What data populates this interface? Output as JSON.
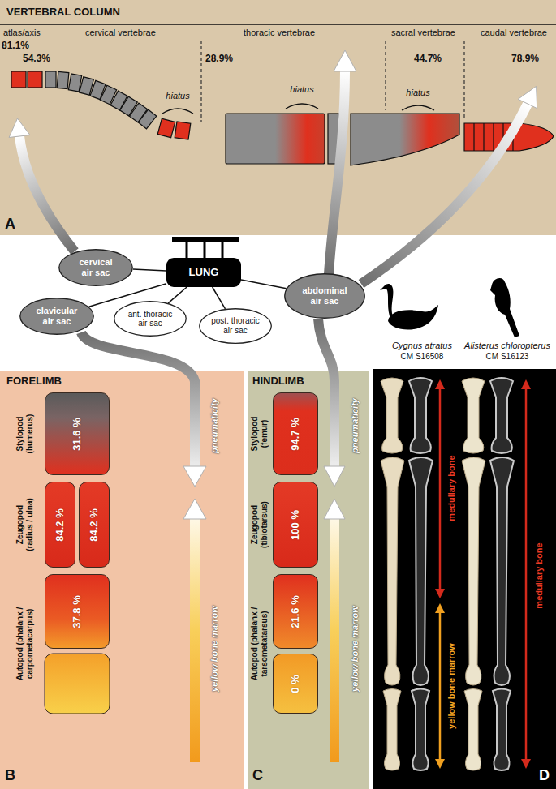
{
  "diagram": {
    "nodes": [
      {
        "text": [
          "cervical air sac"
        ]
      },
      {
        "text": [
          "LUNG"
        ]
      },
      {
        "text": [
          "clavicular air sac"
        ]
      },
      {
        "text": [
          "ant. thoracic air sac"
        ]
      },
      {
        "text": [
          "post. thoracic air sac"
        ]
      },
      {
        "text": [
          "abdominal air sac"
        ]
      },
      {
        "text": [
          "31.6 %"
        ]
      },
      {
        "text": [
          "84.2 %"
        ]
      },
      {
        "text": [
          "84.2 %"
        ]
      },
      {
        "text": [
          "37.8 %"
        ]
      },
      {
        "text": [
          "94.7 %"
        ]
      },
      {
        "text": [
          "100 %"
        ]
      },
      {
        "text": [
          "21.6 %"
        ]
      },
      {
        "text": [
          "0 %"
        ]
      }
    ],
    "edges": [
      {
        "from": 1,
        "to": 0,
        "arrow": "none"
      },
      {
        "from": 1,
        "to": 2,
        "arrow": "none"
      },
      {
        "from": 1,
        "to": 3,
        "arrow": "none"
      },
      {
        "from": 1,
        "to": 4,
        "arrow": "none"
      },
      {
        "from": 1,
        "to": 5,
        "arrow": "none"
      }
    ],
    "labels": [
      "VERTEBRAL COLUMN",
      "atlas/axis",
      "cervical vertebrae",
      "thoracic vertebrae",
      "sacral vertebrae",
      "caudal vertebrae",
      "81.1%",
      "54.3%",
      "28.9%",
      "44.7%",
      "78.9%",
      "hiatus",
      "hiatus",
      "hiatus",
      "A",
      "FORELIMB",
      "Stylopod (humerus)",
      "Zeugopod (radius / ulna)",
      "Autopod (phalanx / carpometacarpus)",
      "pneumaticity",
      "yellow bone marrow",
      "B",
      "HINDLIMB",
      "Stylopod (femur)",
      "Zeugopod (tibiotarsus)",
      "Autopod (phalanx / tarsometatarsus)",
      "pneumaticity",
      "yellow bone marrow",
      "C",
      "Cygnus atratus",
      "CM S16508",
      "Alisterus chloropterus",
      "CM S16123",
      "medullary bone",
      "yellow bone marrow",
      "medullary bone",
      "D"
    ]
  }
}
